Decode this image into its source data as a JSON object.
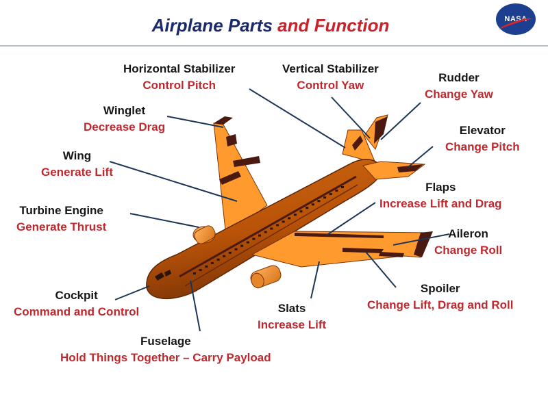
{
  "title": {
    "part1": "Airplane Parts",
    "part2": "and Function"
  },
  "logo": {
    "text": "NASA"
  },
  "parts": [
    {
      "id": "horizontal-stabilizer",
      "name": "Horizontal Stabilizer",
      "function": "Control  Pitch"
    },
    {
      "id": "vertical-stabilizer",
      "name": "Vertical Stabilizer",
      "function": "Control  Yaw"
    },
    {
      "id": "rudder",
      "name": "Rudder",
      "function": "Change Yaw"
    },
    {
      "id": "winglet",
      "name": "Winglet",
      "function": "Decrease Drag"
    },
    {
      "id": "elevator",
      "name": "Elevator",
      "function": "Change  Pitch"
    },
    {
      "id": "wing",
      "name": "Wing",
      "function": "Generate Lift"
    },
    {
      "id": "flaps",
      "name": "Flaps",
      "function": "Increase Lift  and Drag"
    },
    {
      "id": "turbine-engine",
      "name": "Turbine  Engine",
      "function": "Generate  Thrust"
    },
    {
      "id": "aileron",
      "name": "Aileron",
      "function": "Change Roll"
    },
    {
      "id": "spoiler",
      "name": "Spoiler",
      "function": "Change Lift, Drag and Roll"
    },
    {
      "id": "cockpit",
      "name": "Cockpit",
      "function": "Command and Control"
    },
    {
      "id": "slats",
      "name": "Slats",
      "function": "Increase Lift"
    },
    {
      "id": "fuselage",
      "name": "Fuselage",
      "function": "Hold Things Together – Carry Payload"
    }
  ],
  "colors": {
    "fuselage": "#c25a0c",
    "wing": "#ff9a2e",
    "dark_panel": "#4a1a10",
    "leader_line": "#1d3557",
    "name_text": "#161616",
    "function_text": "#c0282d",
    "title_blue": "#1a2a6c",
    "title_red": "#c8232c"
  }
}
